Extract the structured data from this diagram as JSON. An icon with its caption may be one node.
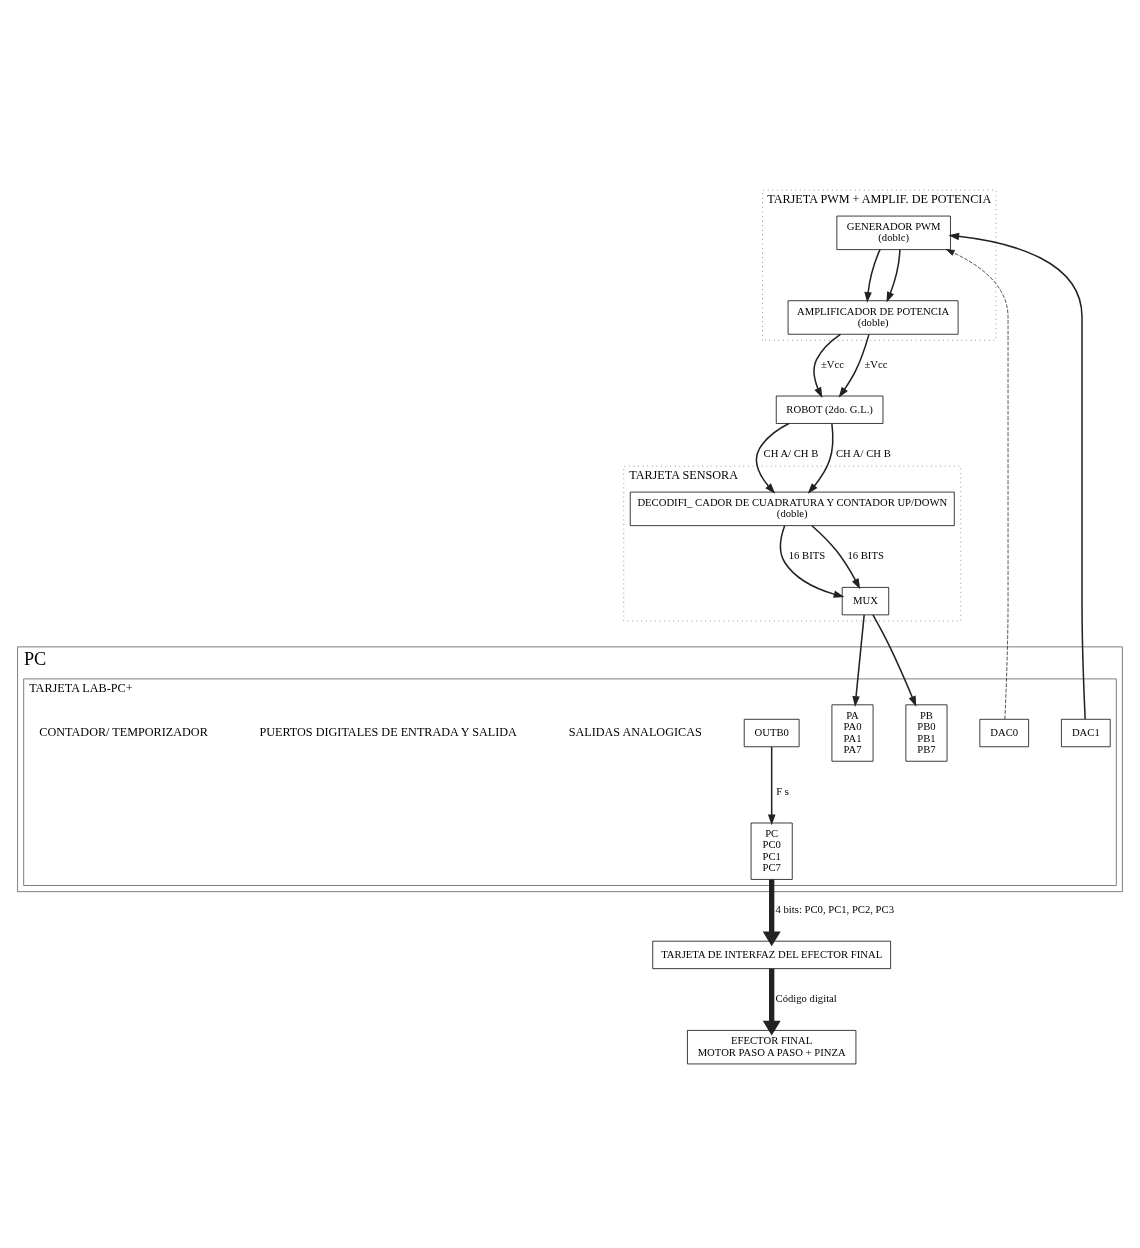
{
  "diagram": {
    "nodes": [
      {
        "text": [
          "PC"
        ]
      },
      {
        "text": [
          "TARJETA LAB-PC+"
        ],
        "in": 0
      },
      {
        "text": [
          "DAC0"
        ],
        "in": 1
      },
      {
        "text": [
          "DAC1"
        ],
        "in": 1
      },
      {
        "text": [
          "PA",
          "PA0",
          "PA1",
          "PA7"
        ],
        "in": 1
      },
      {
        "text": [
          "PB",
          "PB0",
          "PB1",
          "PB7"
        ],
        "in": 1
      },
      {
        "text": [
          "PC",
          "PC0",
          "PC1",
          "PC7"
        ],
        "in": 1
      },
      {
        "text": [
          "OUTB0"
        ],
        "in": 1
      },
      {
        "text": [
          "TARJETA PWM + AMPLIF. DE POTENCIA"
        ]
      },
      {
        "text": [
          "GENERADOR PWM",
          "(doblc)"
        ],
        "in": 8
      },
      {
        "text": [
          "AMPLIFICADOR DE POTENCIA",
          "(doble)"
        ],
        "in": 8
      },
      {
        "text": [
          "TARJETA SENSORA"
        ]
      },
      {
        "text": [
          "MUX"
        ],
        "in": 11
      },
      {
        "text": [
          "DECODIFI_ CADOR DE CUADRATURA Y CONTADOR UP/DOWN",
          "(doble)"
        ],
        "in": 11
      },
      {
        "text": [
          "ROBOT (2do. G.L.)"
        ]
      },
      {
        "text": [
          "TARJETA DE INTERFAZ DEL EFECTOR FINAL"
        ]
      },
      {
        "text": [
          "EFECTOR FINAL",
          "MOTOR PASO A PASO + PINZA"
        ]
      }
    ],
    "edges": [
      {
        "from": 2,
        "to": 9,
        "arrow": "to",
        "style": "dashed"
      },
      {
        "from": 3,
        "to": 9,
        "arrow": "to"
      },
      {
        "from": 9,
        "to": 10,
        "arrow": "to"
      },
      {
        "from": 9,
        "to": 10,
        "arrow": "to"
      },
      {
        "from": 10,
        "to": 14,
        "arrow": "to",
        "label": "±Vcc"
      },
      {
        "from": 10,
        "to": 14,
        "arrow": "to",
        "label": "±Vcc"
      },
      {
        "from": 14,
        "to": 13,
        "arrow": "to",
        "label": "CH A/ CH B"
      },
      {
        "from": 14,
        "to": 13,
        "arrow": "to",
        "label": "CH A/ CH B"
      },
      {
        "from": 13,
        "to": 12,
        "arrow": "to",
        "label": "16 BITS"
      },
      {
        "from": 13,
        "to": 12,
        "arrow": "to",
        "label": "16 BITS"
      },
      {
        "from": 12,
        "to": 4,
        "arrow": "to"
      },
      {
        "from": 12,
        "to": 5,
        "arrow": "to"
      },
      {
        "from": 6,
        "to": 15,
        "arrow": "to",
        "style": "thick",
        "label": "4 bits: PC0, PC1, PC2, PC3"
      },
      {
        "from": 15,
        "to": 16,
        "arrow": "to",
        "style": "thick",
        "label": "Código digital"
      },
      {
        "from": 7,
        "to": 6,
        "arrow": "to",
        "label": "F s"
      }
    ],
    "labels": [
      "SALIDAS ANALOGICAS",
      "PUERTOS DIGITALES DE ENTRADA Y SALIDA",
      "CONTADOR/ TEMPORIZADOR"
    ]
  }
}
